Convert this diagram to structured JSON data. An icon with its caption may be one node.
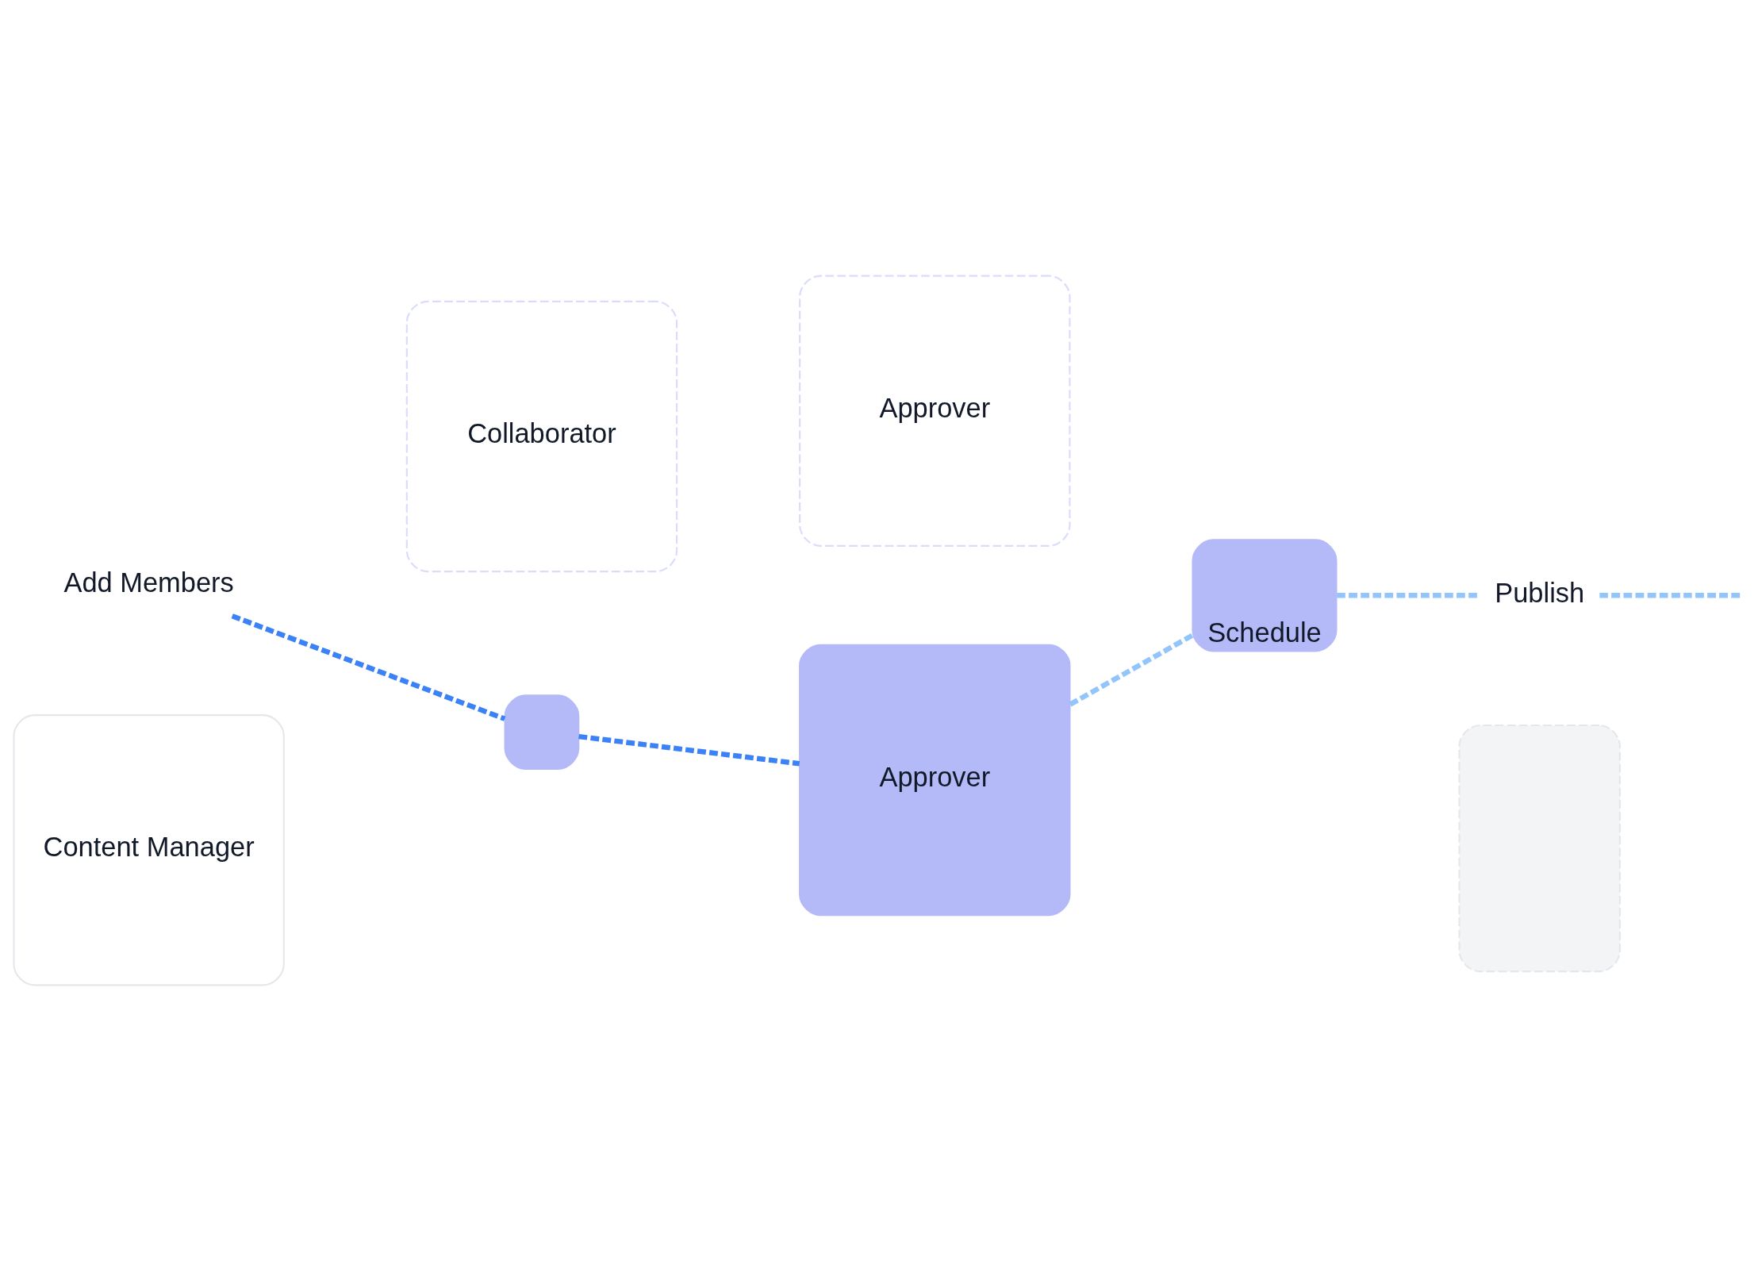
{
  "diagram": {
    "nodes": [
      {
        "text": [
          "Content Manager"
        ]
      },
      {
        "text": [
          "Collaborator"
        ]
      },
      {
        "text": [
          "Add Members"
        ]
      },
      {
        "text": [],
        "shape": "box"
      },
      {
        "text": [
          "Approver"
        ]
      },
      {
        "text": [
          "Approver"
        ]
      },
      {
        "text": [
          "Schedule"
        ]
      },
      {
        "text": [
          "Publish"
        ]
      },
      {
        "text": [],
        "shape": "box"
      }
    ],
    "edges": [
      {
        "from": 2,
        "to": 3,
        "arrow": "none",
        "style": "dashed",
        "color": "#3b82f6"
      },
      {
        "from": 3,
        "to": 5,
        "arrow": "none",
        "style": "dashed",
        "color": "#3b82f6"
      },
      {
        "from": 5,
        "to": 6,
        "arrow": "none",
        "style": "dashed",
        "color": "#93c5fd"
      },
      {
        "from": 6,
        "to": 7,
        "arrow": "none",
        "style": "dashed",
        "color": "#93c5fd"
      },
      {
        "from": 7,
        "to": null,
        "arrow": "none",
        "style": "dashed",
        "color": "#93c5fd"
      }
    ]
  }
}
